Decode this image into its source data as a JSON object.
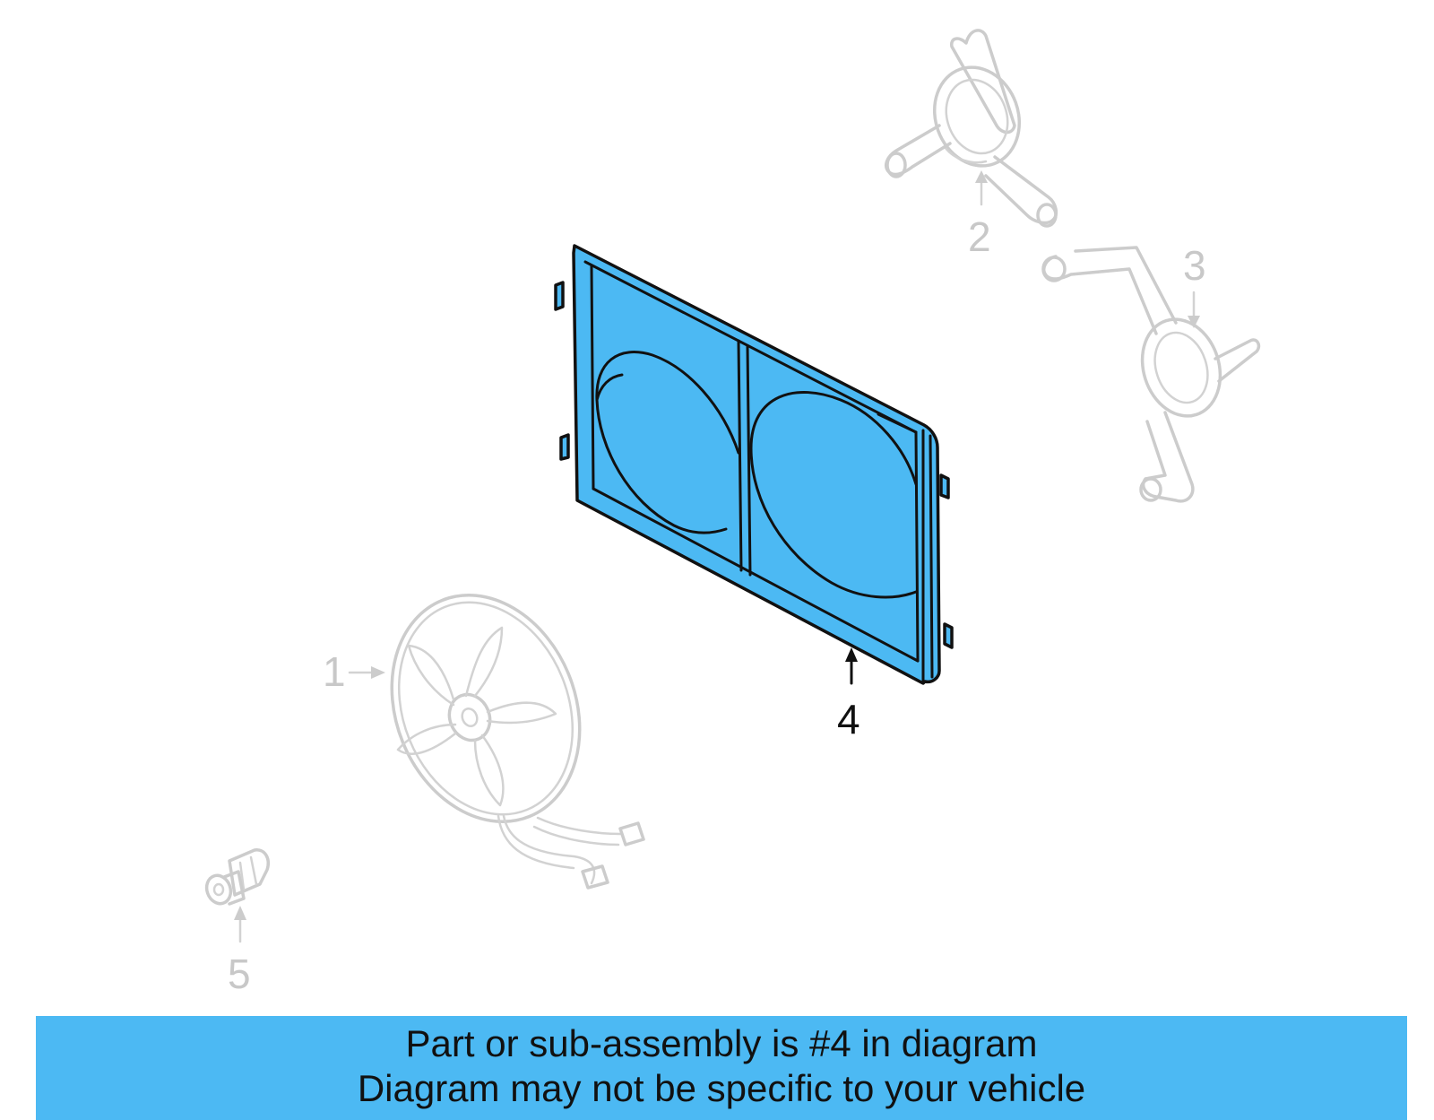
{
  "callouts": {
    "fan": "1",
    "bracket_upper": "2",
    "bracket_lower": "3",
    "shroud": "4",
    "switch": "5"
  },
  "banner": {
    "line1": "Part or sub-assembly is #4 in diagram",
    "line2": "Diagram may not be specific to your vehicle"
  },
  "colors": {
    "highlight": "#4cb9f3",
    "ghost_part": "#cccccc",
    "outline": "#111111"
  }
}
